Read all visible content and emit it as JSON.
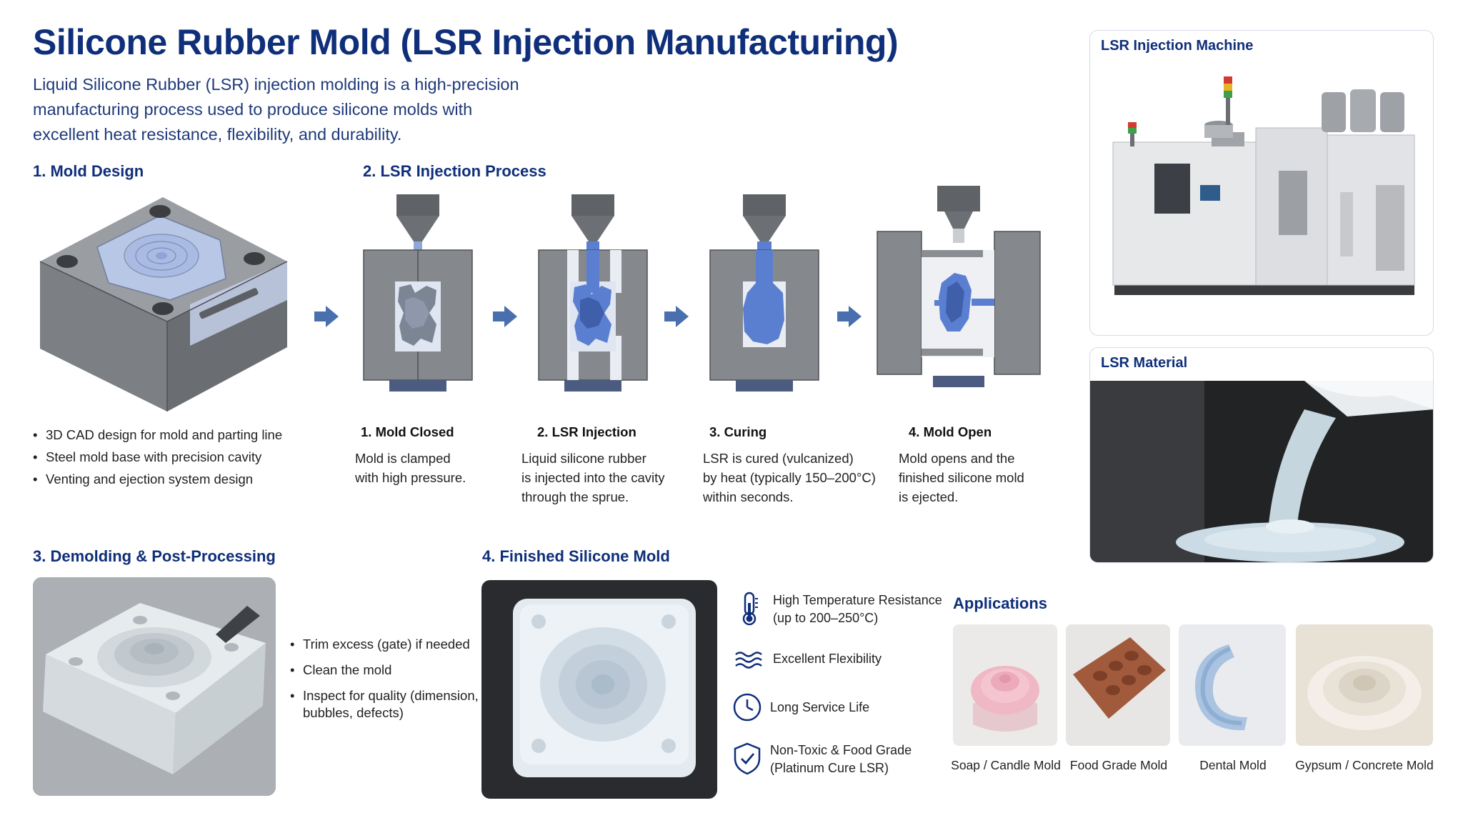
{
  "title": "Silicone Rubber Mold (LSR Injection Manufacturing)",
  "intro": {
    "lines": [
      "Liquid Silicone Rubber (LSR) injection molding is a high-precision",
      "manufacturing process used to produce silicone molds with",
      "excellent heat resistance, flexibility, and durability."
    ]
  },
  "mold_design": {
    "heading": "1. Mold Design",
    "bullets": [
      "3D CAD design for mold and parting line",
      "Steel mold base with precision cavity",
      "Venting and ejection system design"
    ]
  },
  "injection_process": {
    "heading": "2. LSR Injection Process",
    "steps": [
      {
        "title": "1. Mold Closed",
        "desc": [
          "Mold is clamped",
          "with high pressure."
        ]
      },
      {
        "title": "2. LSR Injection",
        "desc": [
          "Liquid silicone rubber",
          "is injected into the cavity",
          "through the sprue."
        ]
      },
      {
        "title": "3. Curing",
        "desc": [
          "LSR is cured (vulcanized)",
          "by heat (typically 150–200°C)",
          "within seconds."
        ]
      },
      {
        "title": "4. Mold Open",
        "desc": [
          "Mold opens and the",
          "finished silicone mold",
          "is ejected."
        ]
      }
    ]
  },
  "demolding": {
    "heading": "3. Demolding & Post-Processing",
    "bullets": [
      "Trim excess (gate) if needed",
      "Clean the mold",
      "Inspect for quality (dimension,"
    ],
    "bullet_cont": "bubbles, defects)"
  },
  "finished": {
    "heading": "4. Finished Silicone Mold",
    "features": [
      {
        "icon": "thermometer-icon",
        "lines": [
          "High Temperature Resistance",
          "(up to 200–250°C)"
        ]
      },
      {
        "icon": "wave-icon",
        "lines": [
          "Excellent Flexibility"
        ]
      },
      {
        "icon": "clock-icon",
        "lines": [
          "Long Service Life"
        ]
      },
      {
        "icon": "shield-check-icon",
        "lines": [
          "Non-Toxic & Food Grade",
          "(Platinum Cure LSR)"
        ]
      }
    ]
  },
  "applications": {
    "heading": "Applications",
    "items": [
      {
        "label": "Soap / Candle Mold"
      },
      {
        "label": "Food Grade Mold"
      },
      {
        "label": "Dental Mold"
      },
      {
        "label": "Gypsum / Concrete Mold"
      }
    ]
  },
  "machine_card": {
    "title": "LSR Injection Machine"
  },
  "material_card": {
    "title": "LSR Material"
  },
  "colors": {
    "navy": "#0f2f7a",
    "steel": "#8a8d92",
    "steel_dark": "#5f6368",
    "lsr_blue": "#5b7fd0",
    "arrow": "#4a6fae"
  }
}
